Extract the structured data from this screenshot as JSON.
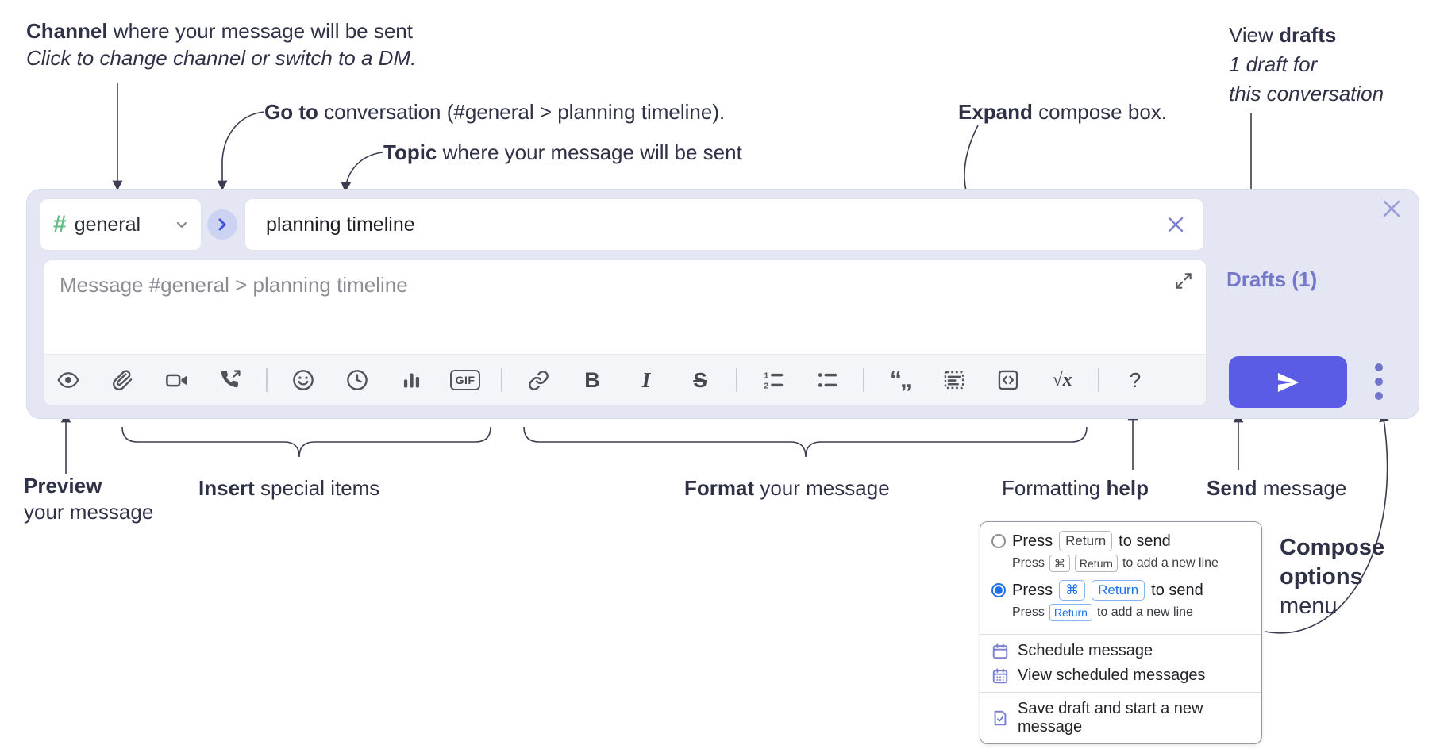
{
  "annotations": {
    "channel": {
      "bold": "Channel",
      "rest": " where your message will be sent",
      "line2": "Click to change channel or switch to a DM."
    },
    "goto": {
      "bold": "Go to",
      "rest": " conversation (#general > planning timeline)."
    },
    "topic": {
      "bold": "Topic",
      "rest": " where your message will be sent"
    },
    "expand": {
      "bold": "Expand",
      "rest": " compose box."
    },
    "view_drafts": {
      "pre": "View ",
      "bold": "drafts",
      "line2": "1 draft for",
      "line3": "this conversation"
    },
    "preview": {
      "bold": "Preview",
      "line2": "your message"
    },
    "insert": {
      "bold": "Insert",
      "rest": " special items"
    },
    "format": {
      "bold": "Format",
      "rest": " your message"
    },
    "formatting_help": {
      "pre": "Formatting ",
      "bold": "help"
    },
    "send": {
      "bold": "Send",
      "rest": " message"
    },
    "compose_options": {
      "bold1": "Compose",
      "bold2": "options",
      "rest": "menu"
    }
  },
  "composer": {
    "channel_hash": "#",
    "channel_name": "general",
    "topic_value": "planning timeline",
    "message_placeholder": "Message #general > planning timeline",
    "drafts_label": "Drafts (1)",
    "toolbar": {
      "bold": "B",
      "italic": "I",
      "strike": "S",
      "gif": "GIF",
      "sqrt": "√x",
      "help": "?"
    }
  },
  "popup": {
    "options": [
      {
        "selected": false,
        "press": "Press",
        "key1": "Return",
        "suffix": "to send",
        "sub_press": "Press",
        "sub_key1": "⌘",
        "sub_key2": "Return",
        "sub_suffix": "to add a new line"
      },
      {
        "selected": true,
        "press": "Press",
        "key1": "⌘",
        "key2": "Return",
        "suffix": "to send",
        "sub_press": "Press",
        "sub_key1": "Return",
        "sub_suffix": "to add a new line"
      }
    ],
    "menu": [
      {
        "label": "Schedule message"
      },
      {
        "label": "View scheduled messages"
      },
      {
        "label": "Save draft and start a new message"
      }
    ]
  },
  "colors": {
    "panel": "#e4e6f3",
    "accent_purple": "#5a5ce6",
    "drafts_purple": "#7478ca",
    "channel_green": "#63bc87",
    "radio_blue": "#1e71eb",
    "annotation_ink": "#2f3147",
    "menu_icon_purple": "#7b7fd1"
  }
}
